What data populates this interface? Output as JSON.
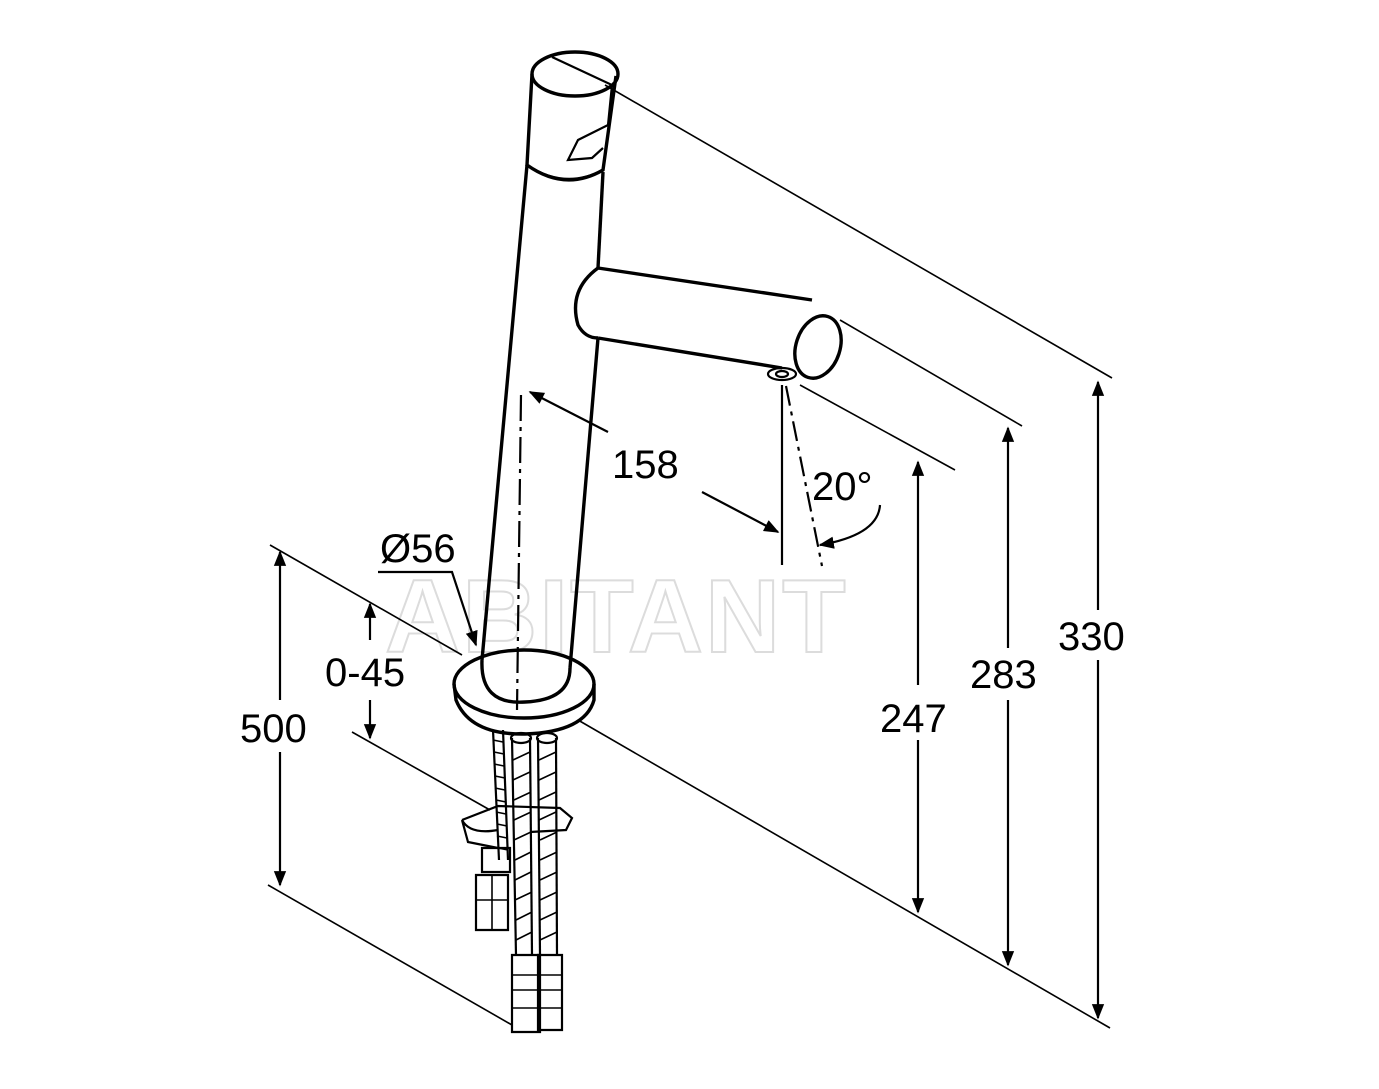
{
  "colors": {
    "line": "#000000",
    "background": "#ffffff",
    "watermark": "#dcdcdc"
  },
  "watermark": "ABITANT",
  "dimensions": {
    "spout_reach": "158",
    "spray_angle": "20°",
    "base_diameter": "Ø56",
    "deck_thickness": "0-45",
    "hose_length": "500",
    "outlet_height": "247",
    "spout_height": "283",
    "total_height": "330"
  }
}
